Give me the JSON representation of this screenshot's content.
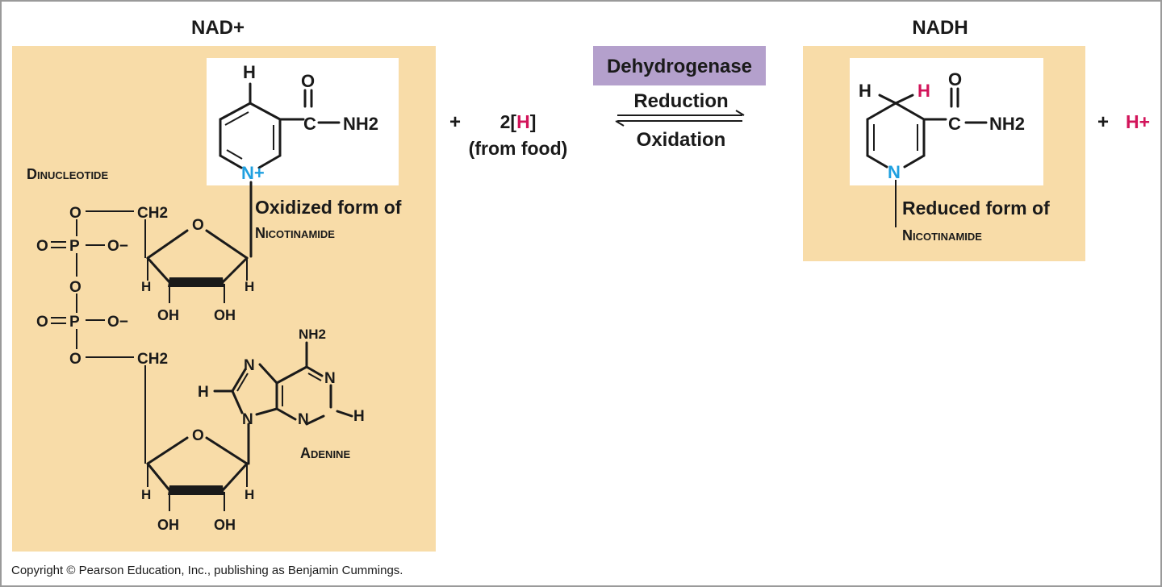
{
  "colors": {
    "panel": "#f8dca8",
    "badge": "#b4a0cc",
    "magenta": "#d2145a",
    "nitrogen_blue": "#1fa0e0",
    "ink": "#1a1a1a",
    "frame": "#9a9a9a"
  },
  "nad": {
    "title": "NAD+",
    "label_dinucleotide": "Dinucleotide",
    "label_oxidized_1": "Oxidized form of",
    "label_oxidized_2": "Nicotinamide",
    "label_adenine": "Adenine",
    "atoms": {
      "h": "H",
      "o": "O",
      "c": "C",
      "nh2": "NH2",
      "n_plus": "N+",
      "n": "N",
      "ch2": "CH2",
      "p": "P",
      "o_minus": "O−",
      "oh": "OH"
    }
  },
  "reaction": {
    "plus": "+",
    "two_h_prefix": "2[",
    "two_h_h": "H",
    "two_h_suffix": "]",
    "from_food": "(from food)",
    "enzyme": "Dehydrogenase",
    "forward": "Reduction",
    "reverse": "Oxidation"
  },
  "nadh": {
    "title": "NADH",
    "label_reduced_1": "Reduced form of",
    "label_reduced_2": "Nicotinamide",
    "plus": "+",
    "h_plus": "H+"
  },
  "copyright": "Copyright © Pearson Education, Inc., publishing as Benjamin Cummings."
}
